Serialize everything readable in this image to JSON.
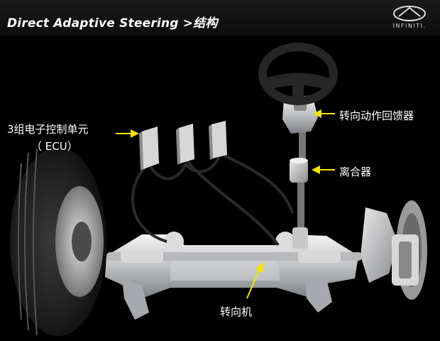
{
  "header": {
    "title": "Direct Adaptive Steering >结构",
    "logo_text": "INFINITI."
  },
  "labels": {
    "ecu_line1": "3组电子控制单元",
    "ecu_line2": "（ ECU）",
    "feedback": "转向动作回馈器",
    "clutch": "离合器",
    "steering_gear": "转向机"
  },
  "colors": {
    "arrow": "#f2e400",
    "background": "#000000",
    "text": "#ffffff"
  }
}
